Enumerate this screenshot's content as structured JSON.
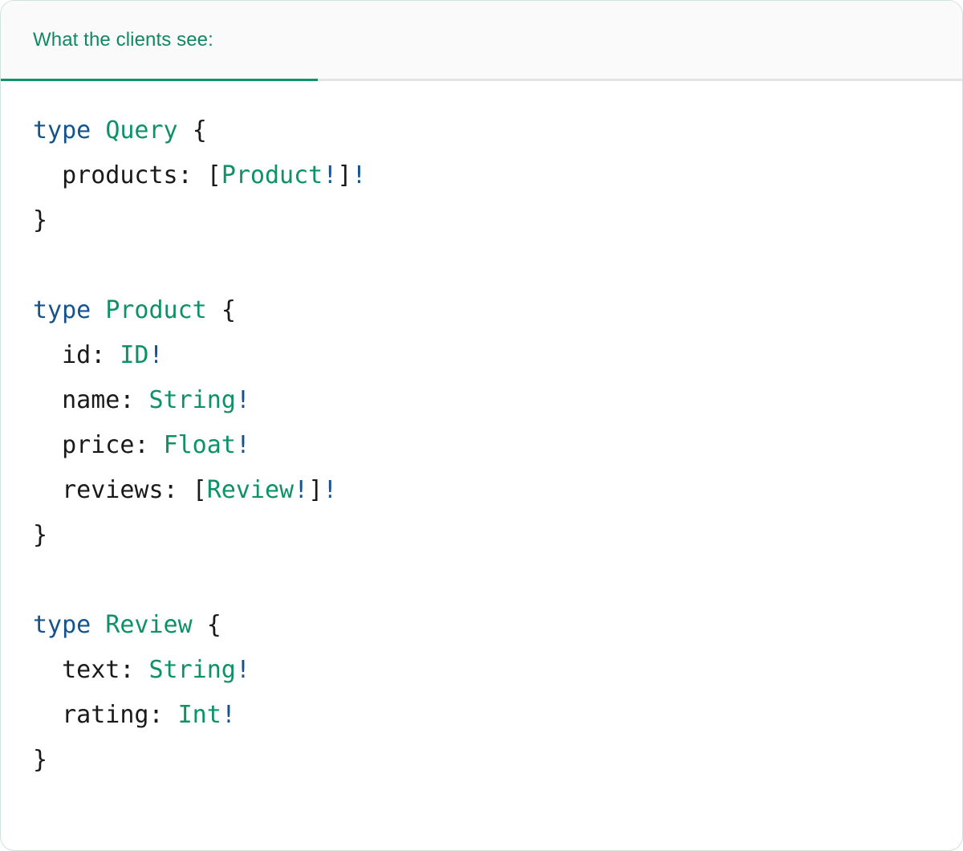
{
  "card": {
    "accent_green": "#12916a",
    "border_color": "#cfe3d8",
    "header_bg": "#fafafa",
    "body_bg": "#ffffff"
  },
  "header": {
    "tab_label": "What the clients see:",
    "tab_active": true,
    "label_color": "#128862",
    "underline_color": "#12916a"
  },
  "code": {
    "language": "graphql",
    "colors": {
      "keyword": "#15538f",
      "type": "#0d9268",
      "field": "#1a1a1a",
      "punctuation": "#1a1a1a",
      "non_null": "#15538f"
    },
    "lines": [
      {
        "indent": 0,
        "tokens": [
          {
            "t": "type",
            "k": "kw"
          },
          {
            "t": " ",
            "k": "punc"
          },
          {
            "t": "Query",
            "k": "type"
          },
          {
            "t": " ",
            "k": "punc"
          },
          {
            "t": "{",
            "k": "punc"
          }
        ]
      },
      {
        "indent": 1,
        "tokens": [
          {
            "t": "products",
            "k": "name"
          },
          {
            "t": ": ",
            "k": "punc"
          },
          {
            "t": "[",
            "k": "punc"
          },
          {
            "t": "Product",
            "k": "type"
          },
          {
            "t": "!",
            "k": "bang"
          },
          {
            "t": "]",
            "k": "punc"
          },
          {
            "t": "!",
            "k": "bang"
          }
        ]
      },
      {
        "indent": 0,
        "tokens": [
          {
            "t": "}",
            "k": "punc"
          }
        ]
      },
      {
        "indent": 0,
        "tokens": []
      },
      {
        "indent": 0,
        "tokens": [
          {
            "t": "type",
            "k": "kw"
          },
          {
            "t": " ",
            "k": "punc"
          },
          {
            "t": "Product",
            "k": "type"
          },
          {
            "t": " ",
            "k": "punc"
          },
          {
            "t": "{",
            "k": "punc"
          }
        ]
      },
      {
        "indent": 1,
        "tokens": [
          {
            "t": "id",
            "k": "name"
          },
          {
            "t": ": ",
            "k": "punc"
          },
          {
            "t": "ID",
            "k": "type"
          },
          {
            "t": "!",
            "k": "bang"
          }
        ]
      },
      {
        "indent": 1,
        "tokens": [
          {
            "t": "name",
            "k": "name"
          },
          {
            "t": ": ",
            "k": "punc"
          },
          {
            "t": "String",
            "k": "type"
          },
          {
            "t": "!",
            "k": "bang"
          }
        ]
      },
      {
        "indent": 1,
        "tokens": [
          {
            "t": "price",
            "k": "name"
          },
          {
            "t": ": ",
            "k": "punc"
          },
          {
            "t": "Float",
            "k": "type"
          },
          {
            "t": "!",
            "k": "bang"
          }
        ]
      },
      {
        "indent": 1,
        "tokens": [
          {
            "t": "reviews",
            "k": "name"
          },
          {
            "t": ": ",
            "k": "punc"
          },
          {
            "t": "[",
            "k": "punc"
          },
          {
            "t": "Review",
            "k": "type"
          },
          {
            "t": "!",
            "k": "bang"
          },
          {
            "t": "]",
            "k": "punc"
          },
          {
            "t": "!",
            "k": "bang"
          }
        ]
      },
      {
        "indent": 0,
        "tokens": [
          {
            "t": "}",
            "k": "punc"
          }
        ]
      },
      {
        "indent": 0,
        "tokens": []
      },
      {
        "indent": 0,
        "tokens": [
          {
            "t": "type",
            "k": "kw"
          },
          {
            "t": " ",
            "k": "punc"
          },
          {
            "t": "Review",
            "k": "type"
          },
          {
            "t": " ",
            "k": "punc"
          },
          {
            "t": "{",
            "k": "punc"
          }
        ]
      },
      {
        "indent": 1,
        "tokens": [
          {
            "t": "text",
            "k": "name"
          },
          {
            "t": ": ",
            "k": "punc"
          },
          {
            "t": "String",
            "k": "type"
          },
          {
            "t": "!",
            "k": "bang"
          }
        ]
      },
      {
        "indent": 1,
        "tokens": [
          {
            "t": "rating",
            "k": "name"
          },
          {
            "t": ": ",
            "k": "punc"
          },
          {
            "t": "Int",
            "k": "type"
          },
          {
            "t": "!",
            "k": "bang"
          }
        ]
      },
      {
        "indent": 0,
        "tokens": [
          {
            "t": "}",
            "k": "punc"
          }
        ]
      }
    ]
  }
}
